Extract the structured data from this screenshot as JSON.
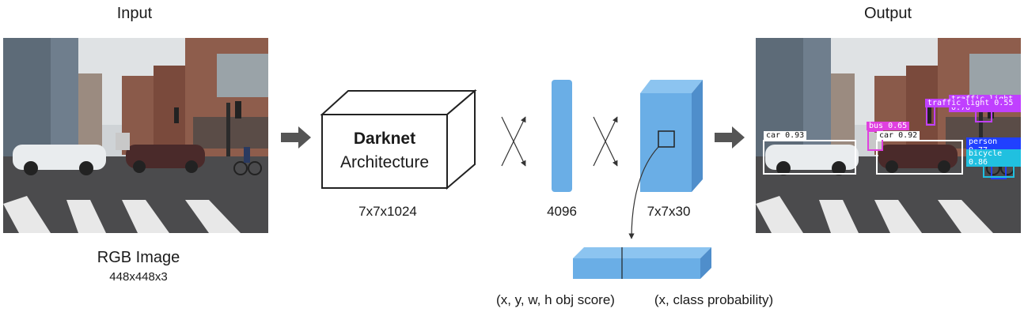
{
  "input": {
    "title": "Input",
    "image_label": "RGB Image",
    "image_size": "448x448x3"
  },
  "darknet": {
    "title_bold": "Darknet",
    "title_rest": "Architecture",
    "dim": "7x7x1024"
  },
  "fc": {
    "dim": "4096"
  },
  "tensor": {
    "dim": "7x7x30"
  },
  "vector": {
    "left_label": "(x, y, w, h obj score)",
    "right_label": "(x, class probability)"
  },
  "output": {
    "title": "Output",
    "detections": [
      {
        "label": "car  0.93",
        "color": "#ffffff"
      },
      {
        "label": "car  0.92",
        "color": "#ffffff"
      },
      {
        "label": "bus  0.65",
        "color": "#e040e0"
      },
      {
        "label": "traffic light  0.76",
        "color": "#c040ff"
      },
      {
        "label": "traffic light  0.55",
        "color": "#c040ff"
      },
      {
        "label": "person  0.77",
        "color": "#2040ff"
      },
      {
        "label": "bicycle  0.86",
        "color": "#20c0e0"
      }
    ]
  },
  "colors": {
    "block_blue": "#6aaee6",
    "block_side": "#4f8ecb",
    "block_top": "#8cc4f0",
    "arrow_gray": "#555555"
  }
}
